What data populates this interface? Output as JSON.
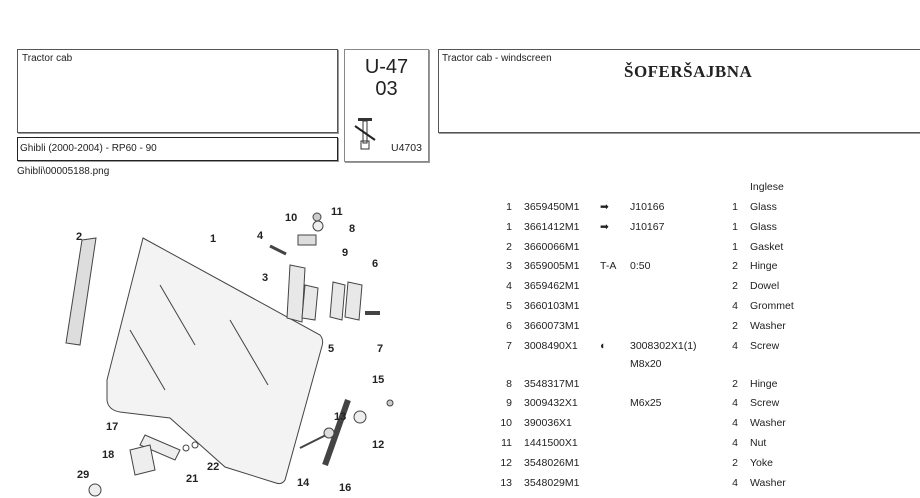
{
  "header": {
    "group": "Tractor cab",
    "model": "Ghibli (2000-2004) - RP60 -  90",
    "code_line1": "U-47",
    "code_line2": "03",
    "code_ref": "U4703",
    "section": "Tractor cab - windscreen",
    "section_local": "ŠOFERŠAJBNA",
    "filename": "Ghibli\\00005188.png"
  },
  "table": {
    "language_header": "Inglese",
    "rows": [
      {
        "idx": "1",
        "part": "3659450M1",
        "icon": "arrow-right-bar-icon",
        "icon_glyph": "➡",
        "ref": "J10166",
        "qty": "1",
        "desc": "Glass"
      },
      {
        "idx": "1",
        "part": "3661412M1",
        "icon": "bar-arrow-right-icon",
        "icon_glyph": "➡",
        "ref": "J10167",
        "qty": "1",
        "desc": "Glass"
      },
      {
        "idx": "2",
        "part": "3660066M1",
        "icon": "",
        "ref": "",
        "qty": "1",
        "desc": "Gasket"
      },
      {
        "idx": "3",
        "part": "3659005M1",
        "icon_text": "T-A",
        "ref": "0:50",
        "qty": "2",
        "desc": "Hinge"
      },
      {
        "idx": "4",
        "part": "3659462M1",
        "ref": "",
        "qty": "2",
        "desc": "Dowel"
      },
      {
        "idx": "5",
        "part": "3660103M1",
        "ref": "",
        "qty": "4",
        "desc": "Grommet"
      },
      {
        "idx": "6",
        "part": "3660073M1",
        "ref": "",
        "qty": "2",
        "desc": "Washer"
      },
      {
        "idx": "7",
        "part": "3008490X1",
        "icon": "half-circle-icon",
        "icon_glyph": "◐",
        "ref": "3008302X1(1)",
        "ref2": "M8x20",
        "qty": "4",
        "desc": "Screw"
      },
      {
        "idx": "8",
        "part": "3548317M1",
        "ref": "",
        "qty": "2",
        "desc": "Hinge"
      },
      {
        "idx": "9",
        "part": "3009432X1",
        "ref": "M6x25",
        "qty": "4",
        "desc": "Screw"
      },
      {
        "idx": "10",
        "part": "390036X1",
        "ref": "",
        "qty": "4",
        "desc": "Washer"
      },
      {
        "idx": "11",
        "part": "1441500X1",
        "ref": "",
        "qty": "4",
        "desc": "Nut"
      },
      {
        "idx": "12",
        "part": "3548026M1",
        "ref": "",
        "qty": "2",
        "desc": "Yoke"
      },
      {
        "idx": "13",
        "part": "3548029M1",
        "ref": "",
        "qty": "4",
        "desc": "Washer"
      }
    ]
  },
  "diagram": {
    "callouts": [
      "1",
      "2",
      "3",
      "4",
      "5",
      "6",
      "7",
      "8",
      "9",
      "10",
      "11",
      "12",
      "13",
      "14",
      "15",
      "16",
      "17",
      "18",
      "21",
      "22",
      "29"
    ]
  }
}
